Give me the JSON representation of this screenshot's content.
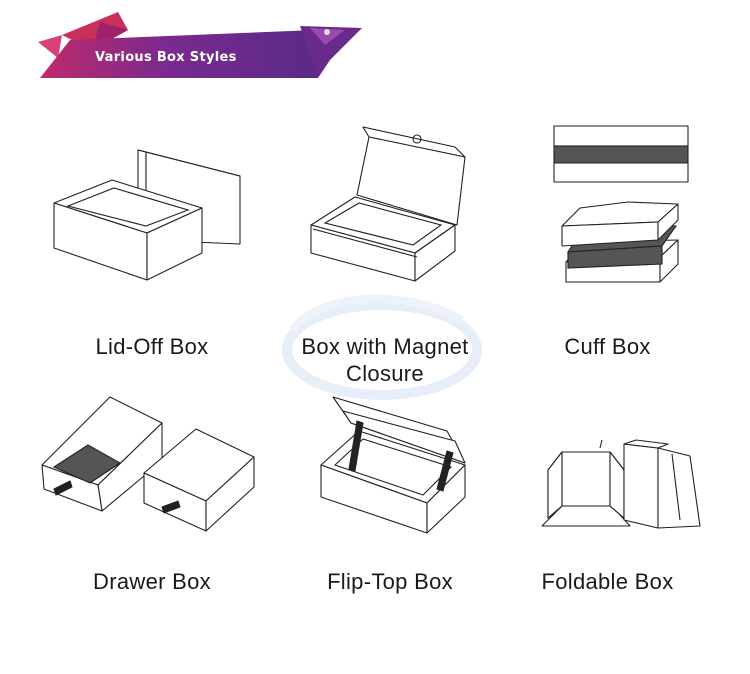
{
  "header": {
    "title": "Various Box Styles",
    "colors": {
      "purple": "#6a2a8c",
      "magenta": "#a0206a",
      "pink": "#c8305a"
    }
  },
  "styles": [
    {
      "label_lines": [
        "Lid-Off Box"
      ],
      "icon": "lid-off-box-icon"
    },
    {
      "label_lines": [
        "Box with Magnet",
        "Closure"
      ],
      "icon": "magnet-closure-box-icon"
    },
    {
      "label_lines": [
        "Cuff Box"
      ],
      "icon": "cuff-box-icon"
    },
    {
      "label_lines": [
        "Drawer Box"
      ],
      "icon": "drawer-box-icon"
    },
    {
      "label_lines": [
        "Flip-Top Box"
      ],
      "icon": "flip-top-box-icon"
    },
    {
      "label_lines": [
        "Foldable Box"
      ],
      "icon": "foldable-box-icon"
    }
  ]
}
